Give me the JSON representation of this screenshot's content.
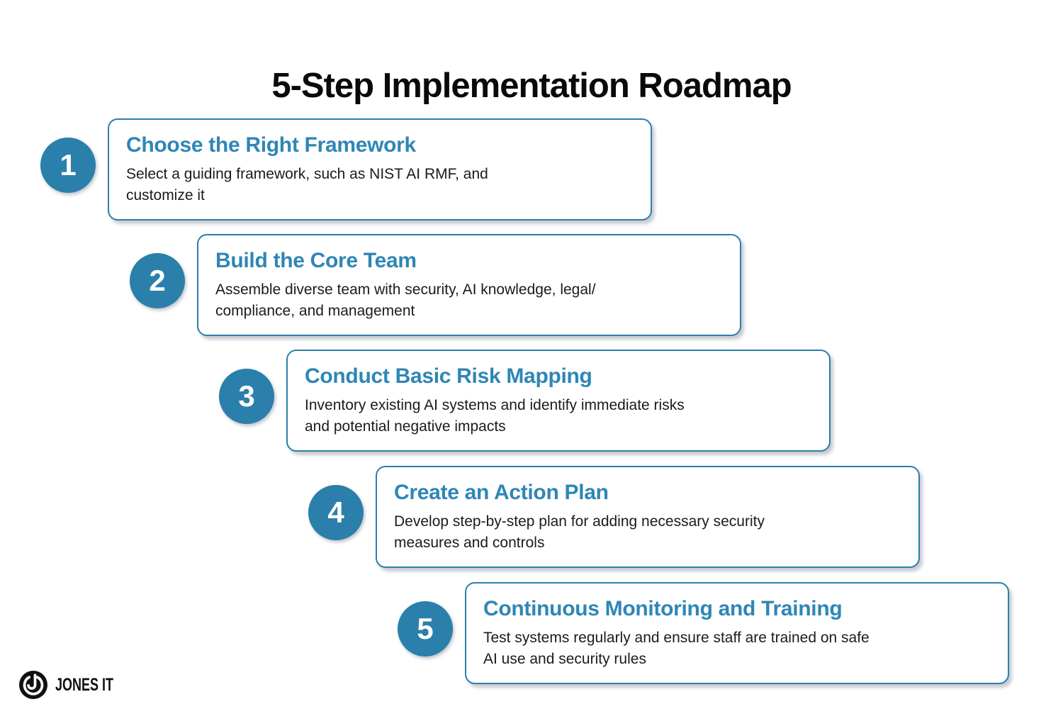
{
  "title": "5-Step Implementation Roadmap",
  "colors": {
    "accent_title_blue": "#2E86B6",
    "badge_blue": "#2B7FAB",
    "card_border_blue": "#2B7FAB",
    "heading_text": "#0A0A0A",
    "body_text": "#1B1B1B",
    "logo_black": "#111111",
    "background": "#FFFFFF"
  },
  "steps": [
    {
      "number": "1",
      "title": "Choose the Right Framework",
      "description": [
        "Select a guiding framework, such as NIST AI RMF, and",
        "customize it"
      ]
    },
    {
      "number": "2",
      "title": "Build the Core Team",
      "description": [
        "Assemble diverse team with security, AI knowledge, legal/",
        "compliance, and management"
      ]
    },
    {
      "number": "3",
      "title": "Conduct Basic Risk Mapping",
      "description": [
        "Inventory existing AI systems and identify immediate risks",
        "and potential negative impacts"
      ]
    },
    {
      "number": "4",
      "title": "Create an Action Plan",
      "description": [
        "Develop step-by-step plan for adding necessary security",
        "measures and controls"
      ]
    },
    {
      "number": "5",
      "title": "Continuous Monitoring and Training",
      "description": [
        "Test systems regularly and ensure staff are trained on safe",
        "AI use and security rules"
      ]
    }
  ],
  "footer": {
    "logo_text": "JONES IT",
    "logo_icon": "power-j-icon"
  }
}
